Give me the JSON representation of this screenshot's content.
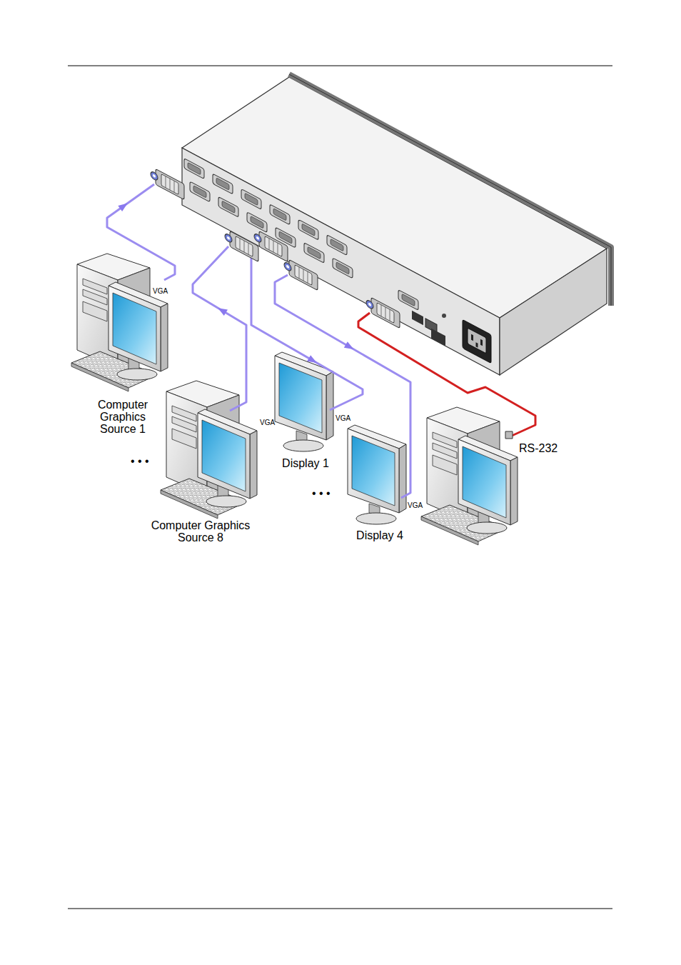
{
  "diagram": {
    "nodes": [
      {
        "text": [
          "Computer Graphics Source 1"
        ]
      },
      {
        "text": [
          "Computer Graphics Source 8"
        ]
      },
      {
        "text": [
          "Display 1"
        ]
      },
      {
        "text": [
          "Display 4"
        ]
      }
    ],
    "labels": [
      "VGA",
      "VGA",
      "VGA",
      "VGA",
      "RS-232",
      "• • •",
      "• • •"
    ]
  }
}
